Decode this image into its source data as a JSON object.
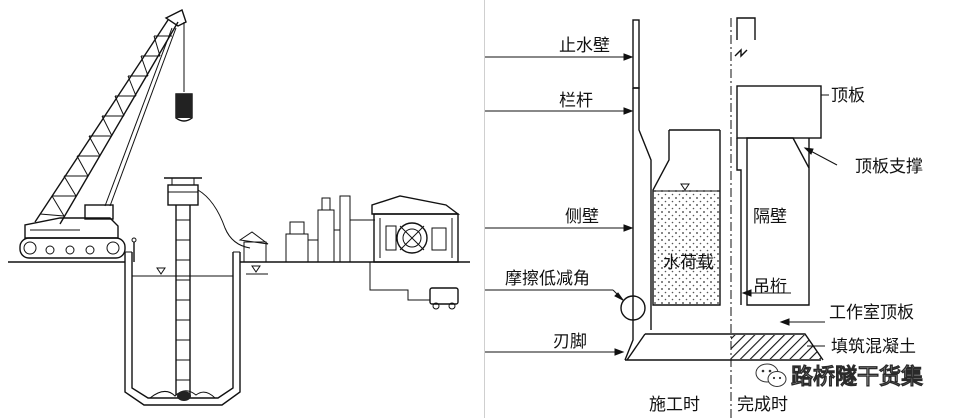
{
  "labels": {
    "cutoff_wall": "止水壁",
    "railing": "栏杆",
    "side_wall": "侧壁",
    "friction_reduction": "摩擦低减角",
    "cutting_edge": "刃脚",
    "roof_slab": "顶板",
    "roof_support": "顶板支撑",
    "partition": "隔壁",
    "water_load": "水荷载",
    "hanger": "吊桁",
    "chamber_roof": "工作室顶板",
    "fill_concrete": "填筑混凝土",
    "during_construction": "施工时",
    "after_completion": "完成时"
  },
  "watermark": {
    "text": "路桥隧干货集",
    "icon": "wechat-icon"
  },
  "colors": {
    "line": "#111111",
    "background": "#ffffff"
  }
}
